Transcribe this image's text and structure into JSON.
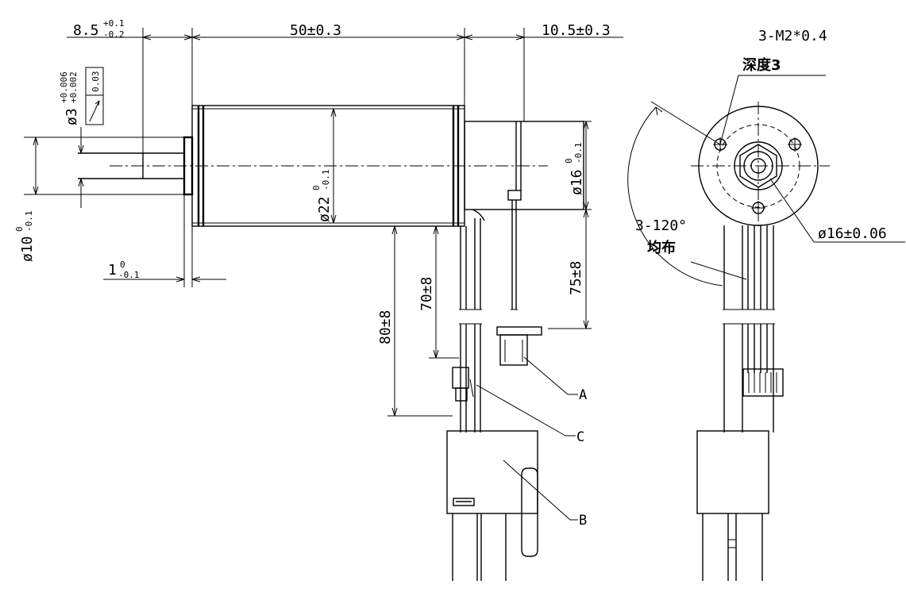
{
  "dimensions": {
    "shaft_length": {
      "main": "8.5",
      "tol_upper": "+0.1",
      "tol_lower": "-0.2"
    },
    "body_length": "50±0.3",
    "boss_length": "10.5±0.3",
    "shaft_diameter": {
      "main": "ø3",
      "tol_upper": "+0.006",
      "tol_lower": "+0.002"
    },
    "runout_tolerance": "0.03",
    "flange_diameter": {
      "main": "ø10",
      "tol_upper": "0",
      "tol_lower": "-0.1"
    },
    "flange_thickness": {
      "main": "1",
      "tol_upper": "0",
      "tol_lower": "-0.1"
    },
    "body_diameter": {
      "main": "ø22",
      "tol_upper": "0",
      "tol_lower": "-0.1"
    },
    "boss_diameter": {
      "main": "ø16",
      "tol_upper": "0",
      "tol_lower": "-0.1"
    },
    "lead_80": "80±8",
    "lead_70": "70±8",
    "lead_75": "75±8",
    "thread": "3-M2*0.4",
    "thread_depth": "深度3",
    "pattern": "3-120°",
    "pattern_note": "均布",
    "pcd": "ø16±0.06"
  },
  "callouts": {
    "a": "A",
    "b": "B",
    "c": "C"
  }
}
